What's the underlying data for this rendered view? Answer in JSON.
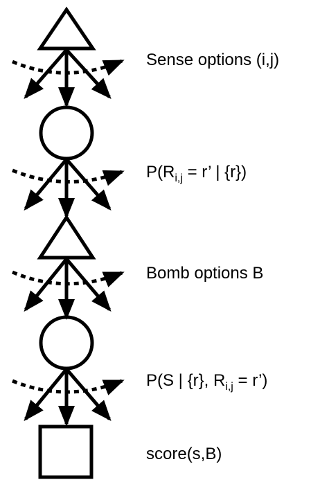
{
  "diagram": {
    "stroke_color": "#000000",
    "background": "#ffffff",
    "nodes": [
      {
        "id": "sense",
        "shape": "triangle",
        "name": "sense-decision-node"
      },
      {
        "id": "obs",
        "shape": "circle",
        "name": "observation-chance-node"
      },
      {
        "id": "bomb",
        "shape": "triangle",
        "name": "bomb-decision-node"
      },
      {
        "id": "outcome",
        "shape": "circle",
        "name": "outcome-chance-node"
      },
      {
        "id": "score",
        "shape": "square",
        "name": "score-terminal-node"
      }
    ],
    "labels": {
      "sense_options": "Sense options (i,j)",
      "prob_r": {
        "prefix": "P(R",
        "subscript": "i,j",
        "suffix": " = r’ | {r})"
      },
      "bomb_options": "Bomb options B",
      "prob_s": {
        "prefix": "P(S | {r}, R",
        "subscript": "i,j",
        "suffix": " = r’)"
      },
      "score": "score(s,B)"
    }
  }
}
